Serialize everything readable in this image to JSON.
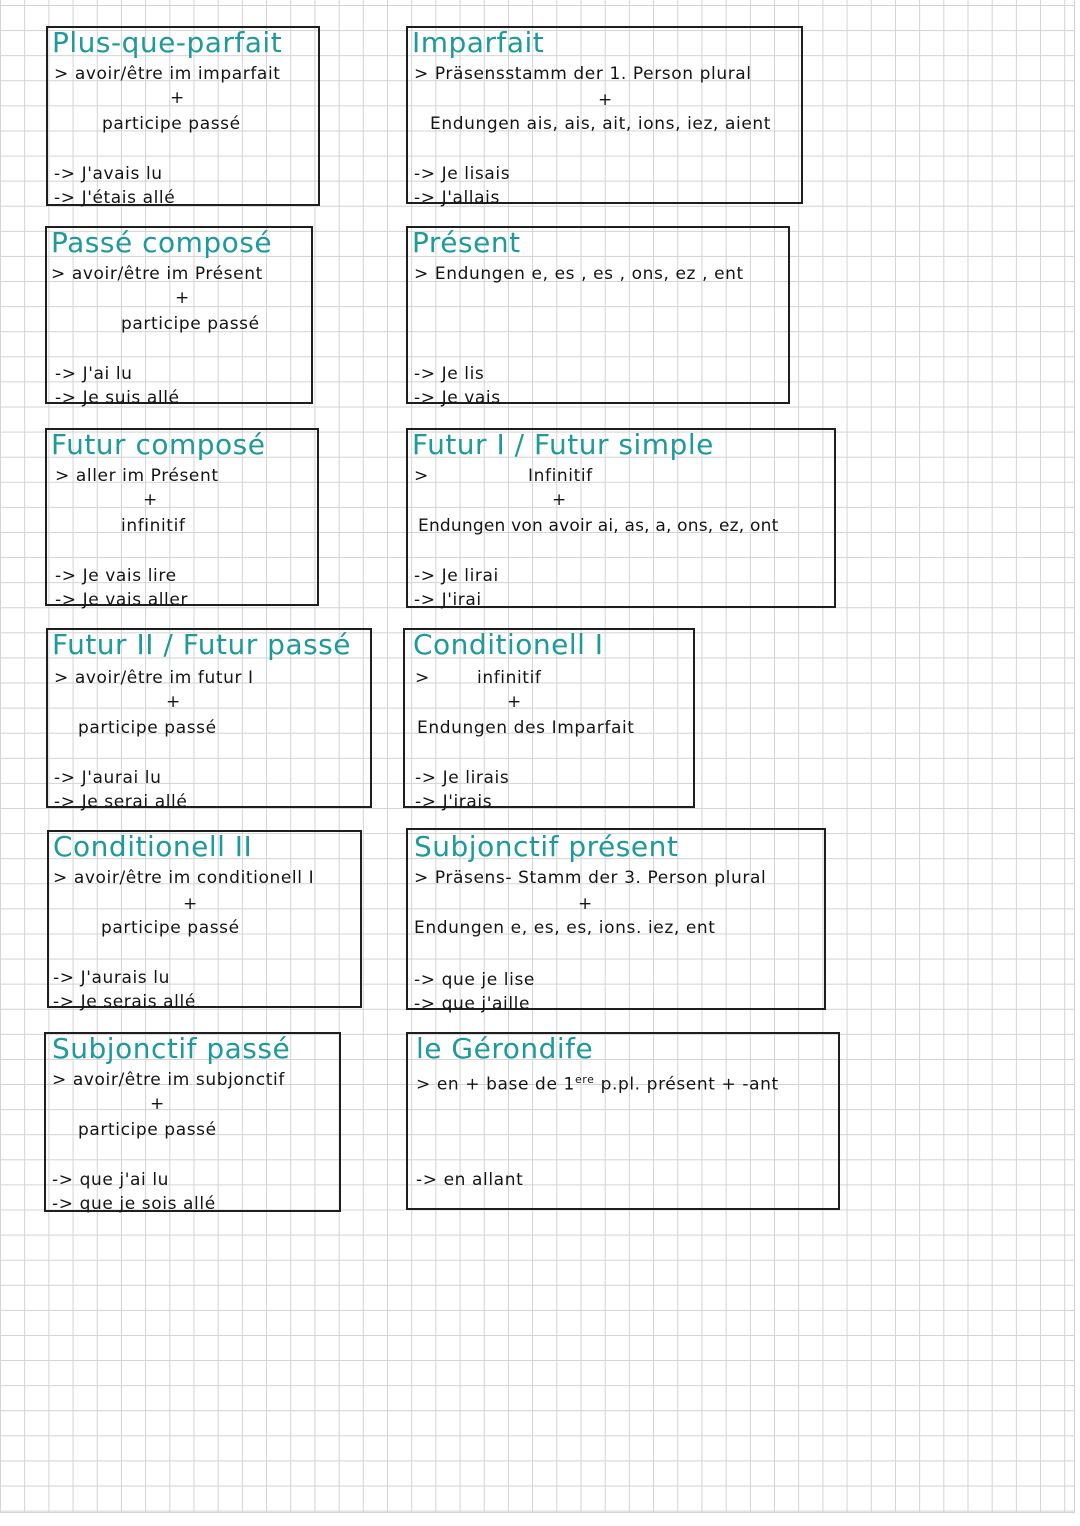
{
  "colors": {
    "title": "#1f9a9a",
    "ink": "#141414",
    "border": "#1e1e1e",
    "grid": "#d3d3d3"
  },
  "cards": [
    {
      "title": "Plus-que-parfait",
      "rule": "> avoir/être im imparfait",
      "plus": "+",
      "second": "participe passé",
      "examples": [
        "-> J'avais lu",
        "-> J'étais allé"
      ]
    },
    {
      "title": "Imparfait",
      "rule": "> Präsensstamm der 1. Person plural",
      "plus": "+",
      "second": "Endungen ais, ais, ait, ions, iez, aient",
      "examples": [
        "-> Je lisais",
        "-> J'allais"
      ]
    },
    {
      "title": "Passé composé",
      "rule": "> avoir/être im Présent",
      "plus": "+",
      "second": "participe passé",
      "examples": [
        "-> J'ai lu",
        "-> Je suis allé"
      ]
    },
    {
      "title": "Présent",
      "rule": "> Endungen e, es , es , ons, ez , ent",
      "examples": [
        "-> Je lis",
        "-> Je vais"
      ]
    },
    {
      "title": "Futur composé",
      "rule": "> aller im Présent",
      "plus": "+",
      "second": "infinitif",
      "examples": [
        "-> Je vais lire",
        "-> Je vais aller"
      ]
    },
    {
      "title": "Futur I / Futur simple",
      "rule": ">",
      "rule_center": "Infinitif",
      "plus": "+",
      "second": "Endungen von avoir  ai, as, a, ons, ez, ont",
      "examples": [
        "-> Je lirai",
        "-> J'irai"
      ]
    },
    {
      "title": "Futur II / Futur passé",
      "rule": "> avoir/être im futur I",
      "plus": "+",
      "second": "participe passé",
      "examples": [
        "-> J'aurai lu",
        "-> Je serai allé"
      ]
    },
    {
      "title": "Conditionell I",
      "rule": ">",
      "rule_center": "infinitif",
      "plus": "+",
      "second": "Endungen des Imparfait",
      "examples": [
        "-> Je lirais",
        "-> J'irais"
      ]
    },
    {
      "title": "Conditionell II",
      "rule": "> avoir/être im conditionell I",
      "plus": "+",
      "second": "participe passé",
      "examples": [
        "-> J'aurais lu",
        "-> Je serais allé"
      ]
    },
    {
      "title": "Subjonctif présent",
      "rule": "> Präsens- Stamm der 3. Person plural",
      "plus": "+",
      "second": "Endungen e, es, es, ions. iez, ent",
      "examples": [
        "-> que je lise",
        "-> que j'aille"
      ]
    },
    {
      "title": "Subjonctif passé",
      "rule": "> avoir/être im subjonctif",
      "plus": "+",
      "second": "participe passé",
      "examples": [
        "-> que j'ai lu",
        "-> que je sois allé"
      ]
    },
    {
      "title": "le Gérondife",
      "rule_pre": "> en + base de 1",
      "rule_sup": "ere",
      "rule_post": " p.pl. présent + -ant",
      "examples": [
        "-> en allant"
      ]
    }
  ]
}
